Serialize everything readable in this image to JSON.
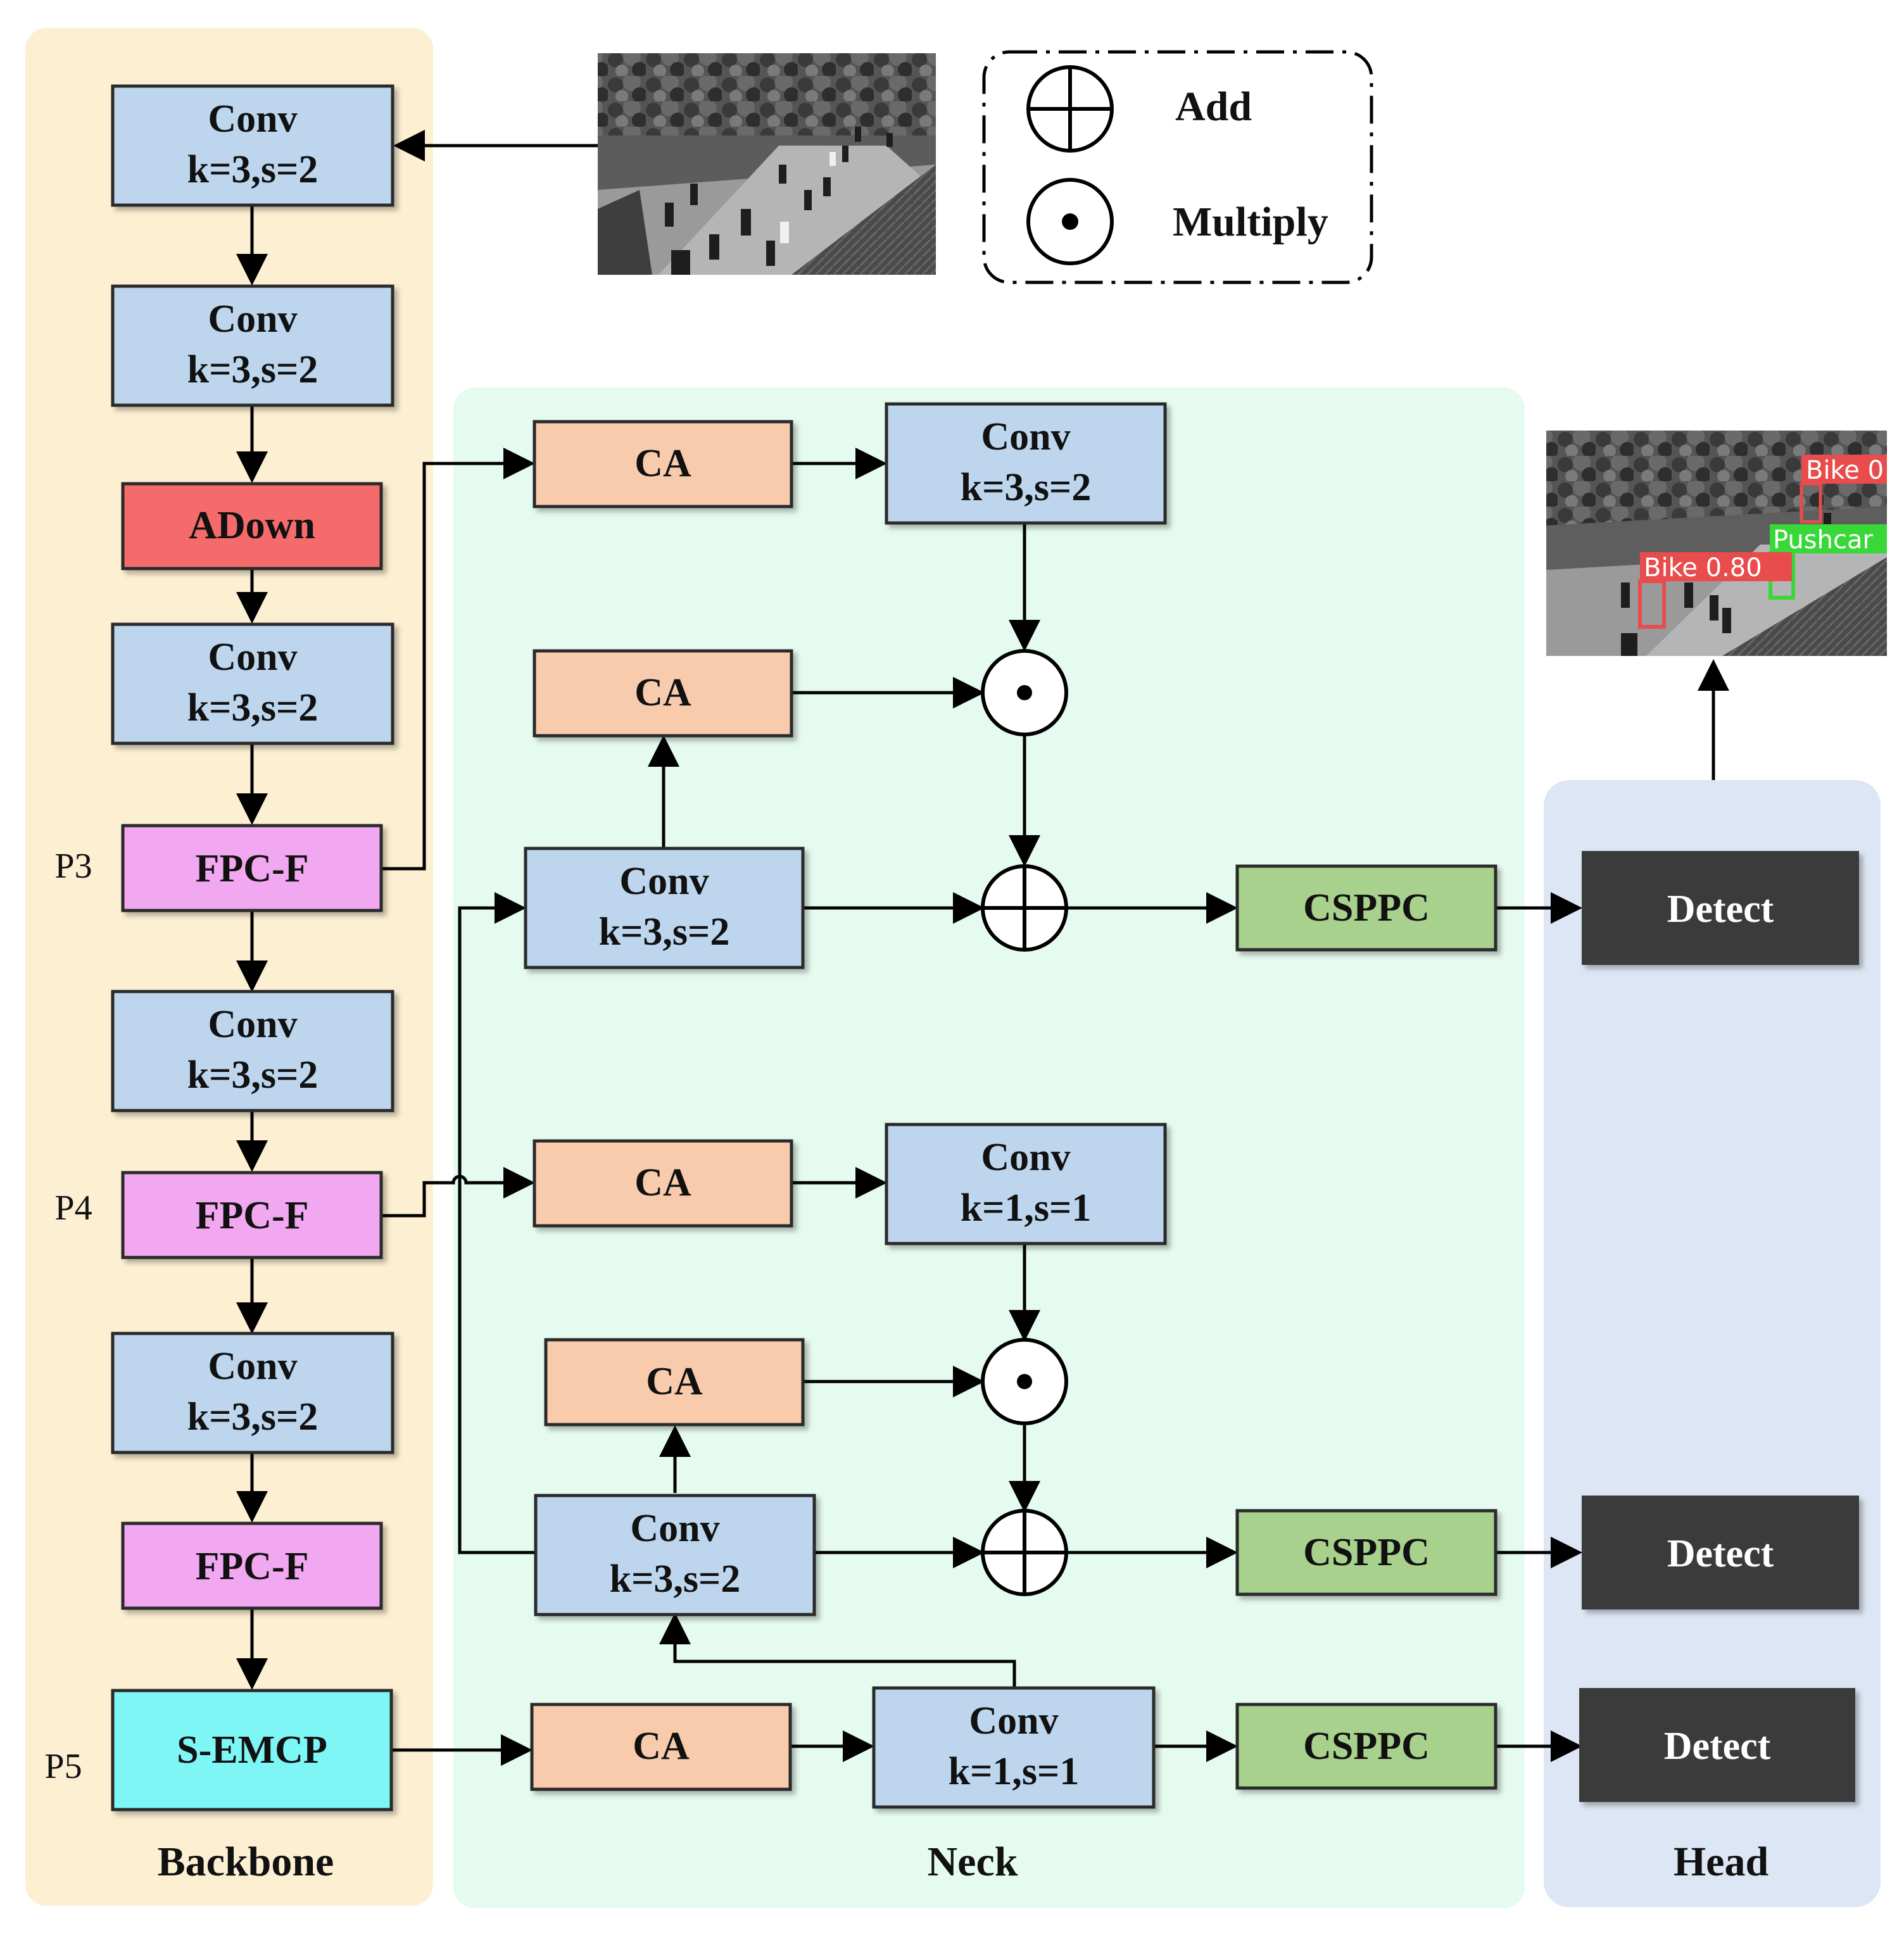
{
  "panels": {
    "backbone_title": "Backbone",
    "neck_title": "Neck",
    "head_title": "Head"
  },
  "legend": {
    "add_label": "Add",
    "multiply_label": "Multiply"
  },
  "levels": {
    "p3": "P3",
    "p4": "P4",
    "p5": "P5"
  },
  "backbone": {
    "conv1": [
      "Conv",
      "k=3,s=2"
    ],
    "conv2": [
      "Conv",
      "k=3,s=2"
    ],
    "adown": "ADown",
    "conv3": [
      "Conv",
      "k=3,s=2"
    ],
    "fpc1": "FPC-F",
    "conv4": [
      "Conv",
      "k=3,s=2"
    ],
    "fpc2": "FPC-F",
    "conv5": [
      "Conv",
      "k=3,s=2"
    ],
    "fpc3": "FPC-F",
    "semcp": "S-EMCP"
  },
  "neck": {
    "ca1": "CA",
    "conv_top": [
      "Conv",
      "k=3,s=2"
    ],
    "ca2": "CA",
    "conv_p3": [
      "Conv",
      "k=3,s=2"
    ],
    "csppc1": "CSPPC",
    "ca3": "CA",
    "conv_mid": [
      "Conv",
      "k=1,s=1"
    ],
    "ca4": "CA",
    "conv_p4": [
      "Conv",
      "k=3,s=2"
    ],
    "csppc2": "CSPPC",
    "ca5": "CA",
    "conv_p5": [
      "Conv",
      "k=1,s=1"
    ],
    "csppc3": "CSPPC"
  },
  "head": {
    "detect1": "Detect",
    "detect2": "Detect",
    "detect3": "Detect"
  },
  "output_image": {
    "det_labels": [
      "Bike 0",
      "Pushcar",
      "Bike 0.80"
    ]
  },
  "colors": {
    "backbone_bg": "#FCEFD2",
    "neck_bg": "#E6FBEF",
    "head_bg": "#DDE6F4",
    "conv": "#BDD6EE",
    "adown": "#F56A6A",
    "fpc": "#F2A8F0",
    "semcp": "#7EF6F6",
    "ca": "#F8CBAD",
    "csppc": "#A9D18E",
    "detect": "#3A3A3A"
  }
}
